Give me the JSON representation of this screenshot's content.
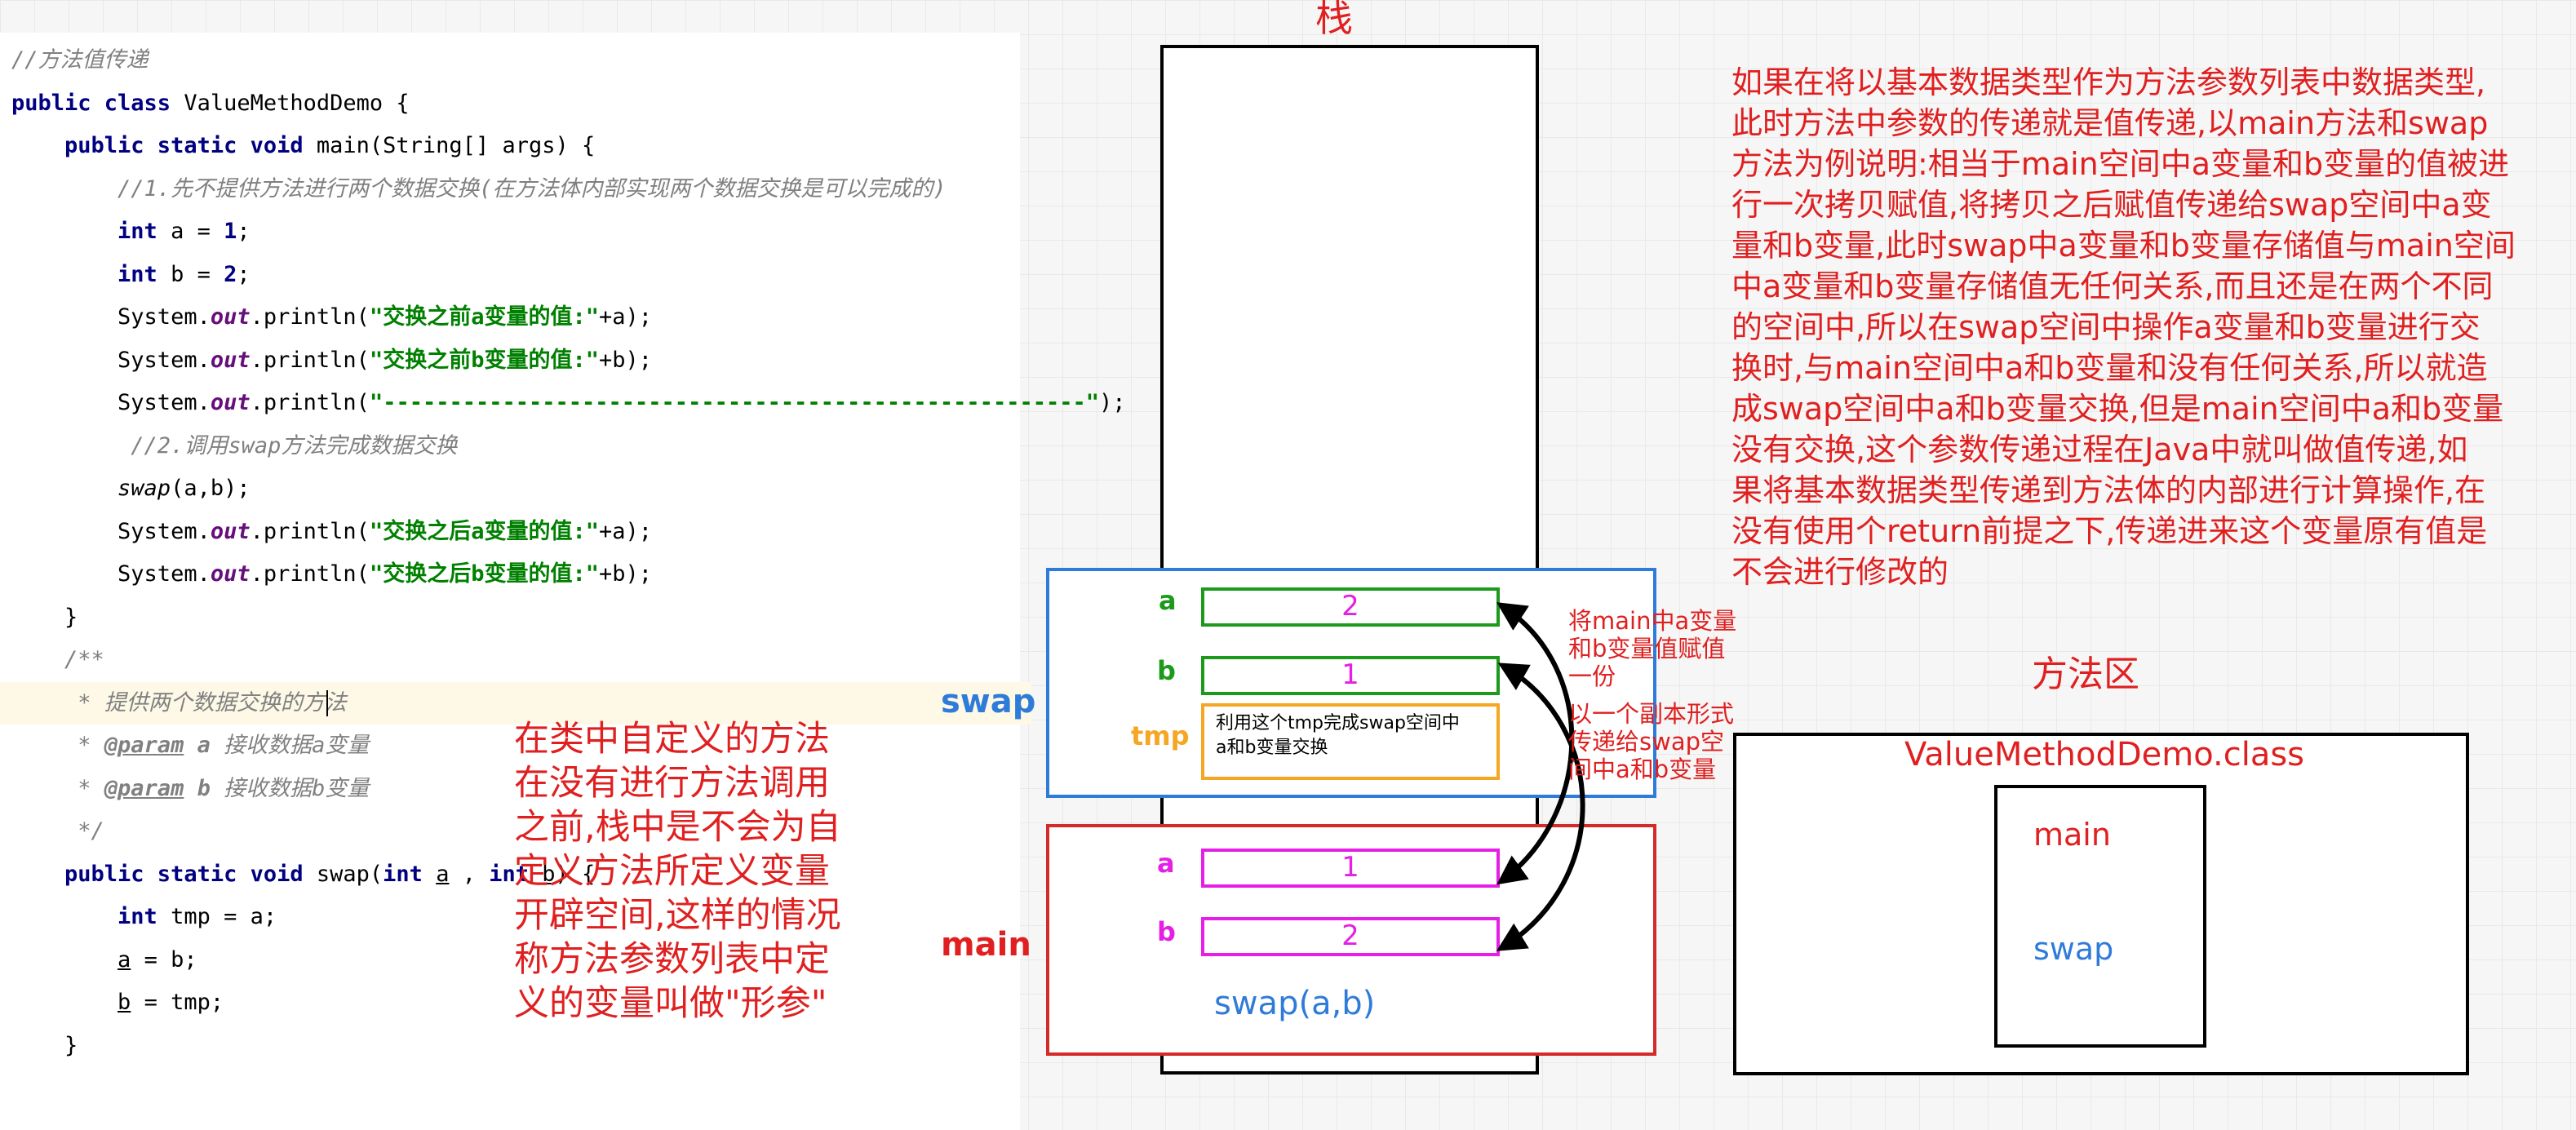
{
  "code": {
    "lines": [
      [
        {
          "t": "//方法值传递",
          "c": "cm"
        }
      ],
      [
        {
          "t": "public class ",
          "c": "kw"
        },
        {
          "t": "ValueMethodDemo {",
          "c": ""
        }
      ],
      [
        {
          "t": "    public static void ",
          "c": "kw"
        },
        {
          "t": "main(String[] args) {",
          "c": ""
        }
      ],
      [
        {
          "t": "        //1.先不提供方法进行两个数据交换(在方法体内部实现两个数据交换是可以完成的)",
          "c": "cm"
        }
      ],
      [
        {
          "t": "        int ",
          "c": "kw"
        },
        {
          "t": "a = ",
          "c": ""
        },
        {
          "t": "1",
          "c": "kw"
        },
        {
          "t": ";",
          "c": ""
        }
      ],
      [
        {
          "t": "        int ",
          "c": "kw"
        },
        {
          "t": "b = ",
          "c": ""
        },
        {
          "t": "2",
          "c": "kw"
        },
        {
          "t": ";",
          "c": ""
        }
      ],
      [
        {
          "t": "        System.",
          "c": ""
        },
        {
          "t": "out",
          "c": "fd"
        },
        {
          "t": ".println(",
          "c": ""
        },
        {
          "t": "\"交换之前a变量的值:\"",
          "c": "st"
        },
        {
          "t": "+a);",
          "c": ""
        }
      ],
      [
        {
          "t": "        System.",
          "c": ""
        },
        {
          "t": "out",
          "c": "fd"
        },
        {
          "t": ".println(",
          "c": ""
        },
        {
          "t": "\"交换之前b变量的值:\"",
          "c": "st"
        },
        {
          "t": "+b);",
          "c": ""
        }
      ],
      [
        {
          "t": "        System.",
          "c": ""
        },
        {
          "t": "out",
          "c": "fd"
        },
        {
          "t": ".println(",
          "c": ""
        },
        {
          "t": "\"-----------------------------------------------------\"",
          "c": "st"
        },
        {
          "t": ");",
          "c": ""
        }
      ],
      [
        {
          "t": "         //2.调用swap方法完成数据交换",
          "c": "cm"
        }
      ],
      [
        {
          "t": "        ",
          "c": ""
        },
        {
          "t": "swap",
          "c": "it"
        },
        {
          "t": "(a,b);",
          "c": ""
        }
      ],
      [
        {
          "t": "        System.",
          "c": ""
        },
        {
          "t": "out",
          "c": "fd"
        },
        {
          "t": ".println(",
          "c": ""
        },
        {
          "t": "\"交换之后a变量的值:\"",
          "c": "st"
        },
        {
          "t": "+a);",
          "c": ""
        }
      ],
      [
        {
          "t": "        System.",
          "c": ""
        },
        {
          "t": "out",
          "c": "fd"
        },
        {
          "t": ".println(",
          "c": ""
        },
        {
          "t": "\"交换之后b变量的值:\"",
          "c": "st"
        },
        {
          "t": "+b);",
          "c": ""
        }
      ],
      [
        {
          "t": "    }",
          "c": ""
        }
      ],
      [
        {
          "t": "    /**",
          "c": "cm"
        }
      ],
      [
        {
          "t": "     * 提供两个数据交换的方法",
          "c": "cm"
        }
      ],
      [
        {
          "t": "     * ",
          "c": "cm"
        },
        {
          "t": "@param",
          "c": "doc"
        },
        {
          "t": " a",
          "c": "cmb"
        },
        {
          "t": " 接收数据a变量",
          "c": "cm"
        }
      ],
      [
        {
          "t": "     * ",
          "c": "cm"
        },
        {
          "t": "@param",
          "c": "doc"
        },
        {
          "t": " b",
          "c": "cmb"
        },
        {
          "t": " 接收数据b变量",
          "c": "cm"
        }
      ],
      [
        {
          "t": "     */",
          "c": "cm"
        }
      ],
      [
        {
          "t": "    public static void ",
          "c": "kw"
        },
        {
          "t": "swap(",
          "c": ""
        },
        {
          "t": "int ",
          "c": "kw"
        },
        {
          "t": "a",
          "c": "ul"
        },
        {
          "t": " , ",
          "c": ""
        },
        {
          "t": "int ",
          "c": "kw"
        },
        {
          "t": "b",
          "c": "ul"
        },
        {
          "t": ") {",
          "c": ""
        }
      ],
      [
        {
          "t": "        int ",
          "c": "kw"
        },
        {
          "t": "tmp = a;",
          "c": ""
        }
      ],
      [
        {
          "t": "        ",
          "c": ""
        },
        {
          "t": "a",
          "c": "ul"
        },
        {
          "t": " = b;",
          "c": ""
        }
      ],
      [
        {
          "t": "        ",
          "c": ""
        },
        {
          "t": "b",
          "c": "ul"
        },
        {
          "t": " = tmp;",
          "c": ""
        }
      ],
      [
        {
          "t": "    }",
          "c": ""
        }
      ]
    ]
  },
  "stack": {
    "title": "栈",
    "swap_frame": {
      "label": "swap",
      "var_a": {
        "name": "a",
        "value": "2"
      },
      "var_b": {
        "name": "b",
        "value": "1"
      },
      "tmp": {
        "name": "tmp",
        "note_line1": "利用这个tmp完成swap空间中",
        "note_line2": "a和b变量交换"
      }
    },
    "main_frame": {
      "label": "main",
      "var_a": {
        "name": "a",
        "value": "1"
      },
      "var_b": {
        "name": "b",
        "value": "2"
      },
      "call": "swap(a,b)"
    }
  },
  "copy_note": {
    "lines": [
      "将main中a变量",
      "和b变量值赋值",
      "一份",
      "以一个副本形式",
      "传递给swap空",
      "间中a和b变量"
    ]
  },
  "formal_param_note": {
    "lines": [
      "在类中自定义的方法",
      "在没有进行方法调用",
      "之前,栈中是不会为自",
      "定义方法所定义变量",
      "开辟空间,这样的情况",
      "称方法参数列表中定",
      "义的变量叫做\"形参\""
    ]
  },
  "explanation": {
    "lines": [
      "如果在将以基本数据类型作为方法参数列表中数据类型,",
      "此时方法中参数的传递就是值传递,以main方法和swap",
      "方法为例说明:相当于main空间中a变量和b变量的值被进",
      "行一次拷贝赋值,将拷贝之后赋值传递给swap空间中a变",
      "量和b变量,此时swap中a变量和b变量存储值与main空间",
      "中a变量和b变量存储值无任何关系,而且还是在两个不同",
      "的空间中,所以在swap空间中操作a变量和b变量进行交",
      "换时,与main空间中a和b变量和没有任何关系,所以就造",
      "成swap空间中a和b变量交换,但是main空间中a和b变量",
      "没有交换,这个参数传递过程在Java中就叫做值传递,如",
      "果将基本数据类型传递到方法体的内部进行计算操作,在",
      "没有使用个return前提之下,传递进来这个变量原有值是",
      "不会进行修改的"
    ]
  },
  "method_area": {
    "title": "方法区",
    "class_name": "ValueMethodDemo.class",
    "methods": [
      "main",
      "swap"
    ]
  },
  "colors": {
    "red": "#e02020",
    "blue": "#2f7bd9",
    "green": "#1c9a1c",
    "magenta": "#e51fe5",
    "orange": "#f5a623"
  }
}
